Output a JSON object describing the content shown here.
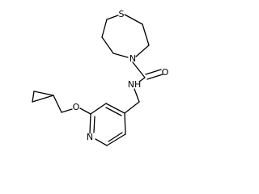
{
  "structure": {
    "atoms": {
      "sulfur": "S",
      "ring_nitrogen": "N",
      "carbonyl_oxygen": "O",
      "amide_nh": "NH",
      "ether_oxygen": "O",
      "pyridine_nitrogen": "N"
    }
  }
}
